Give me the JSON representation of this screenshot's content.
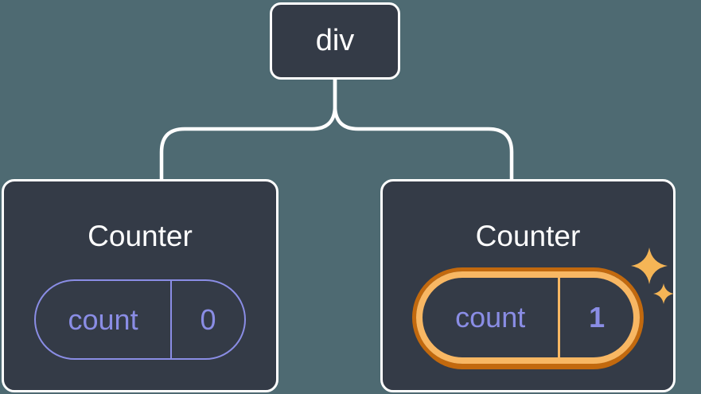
{
  "tree": {
    "root": {
      "label": "div"
    },
    "children": [
      {
        "title": "Counter",
        "state_key": "count",
        "state_value": "0",
        "highlighted": false
      },
      {
        "title": "Counter",
        "state_key": "count",
        "state_value": "1",
        "highlighted": true
      }
    ]
  },
  "icons": {
    "sparkles": "sparkles-icon"
  },
  "colors": {
    "background": "#4e6a72",
    "card_bg": "#343b47",
    "card_border": "#ffffff",
    "state_accent": "#8a8de5",
    "highlight_outer": "#c2690e",
    "highlight_inner": "#f8b763",
    "sparkle": "#f5b556",
    "text_light": "#ffffff"
  }
}
